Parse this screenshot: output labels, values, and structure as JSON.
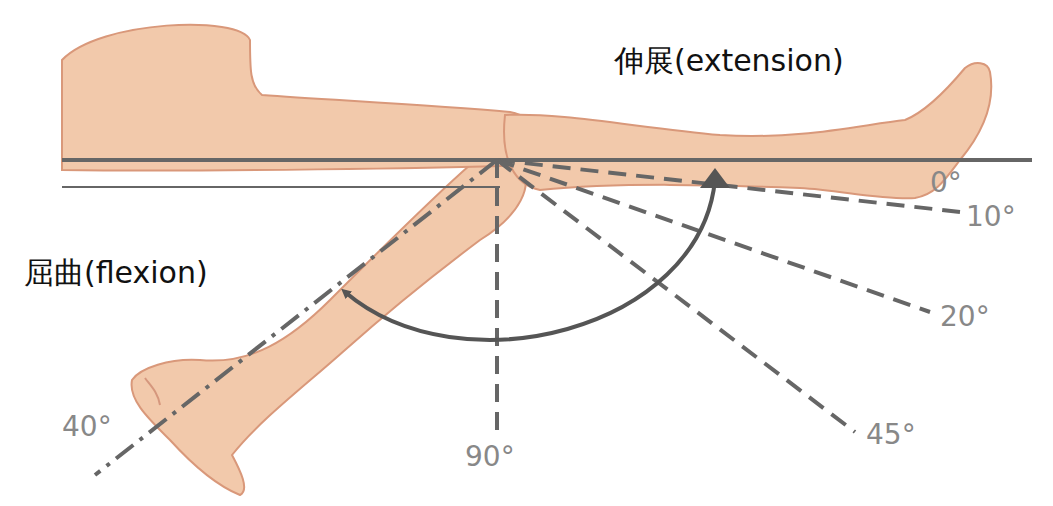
{
  "diagram": {
    "labels": [
      "伸展(extension)",
      "0°",
      "10°",
      "屈曲(flexion)",
      "20°",
      "45°",
      "40°",
      "90°"
    ]
  }
}
